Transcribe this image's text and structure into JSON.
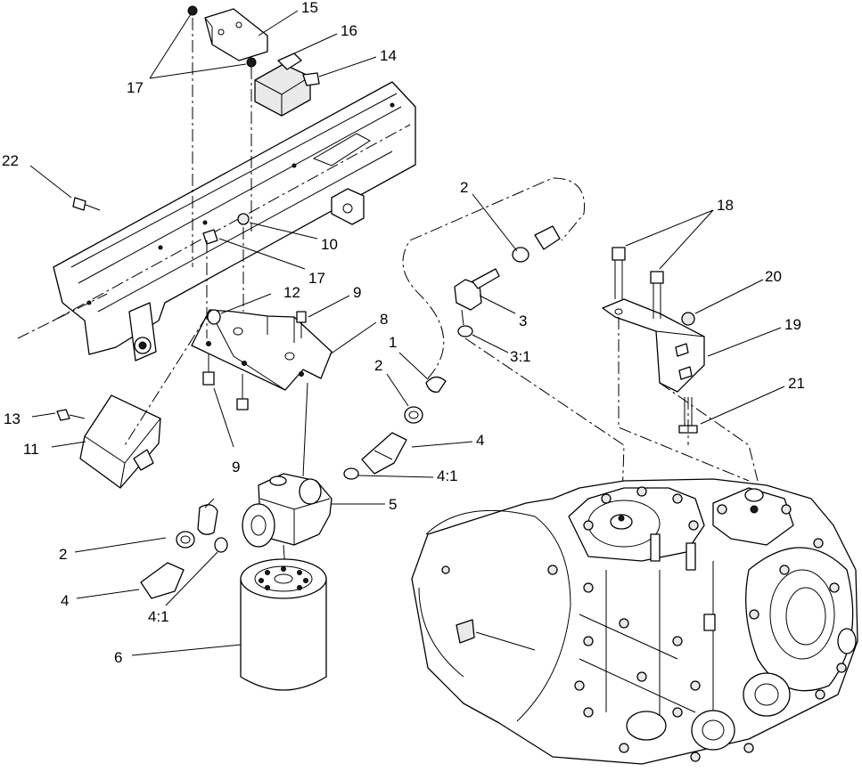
{
  "callouts": [
    {
      "id": "c15",
      "text": "15"
    },
    {
      "id": "c16",
      "text": "16"
    },
    {
      "id": "c14",
      "text": "14"
    },
    {
      "id": "c17a",
      "text": "17"
    },
    {
      "id": "c22",
      "text": "22"
    },
    {
      "id": "c10",
      "text": "10"
    },
    {
      "id": "c17b",
      "text": "17"
    },
    {
      "id": "c12",
      "text": "12"
    },
    {
      "id": "c9a",
      "text": "9"
    },
    {
      "id": "c8",
      "text": "8"
    },
    {
      "id": "c2a",
      "text": "2"
    },
    {
      "id": "c3",
      "text": "3"
    },
    {
      "id": "c31",
      "text": "3:1"
    },
    {
      "id": "c1",
      "text": "1"
    },
    {
      "id": "c2b",
      "text": "2"
    },
    {
      "id": "c4a",
      "text": "4"
    },
    {
      "id": "c41a",
      "text": "4:1"
    },
    {
      "id": "c5",
      "text": "5"
    },
    {
      "id": "c13",
      "text": "13"
    },
    {
      "id": "c11",
      "text": "11"
    },
    {
      "id": "c9b",
      "text": "9"
    },
    {
      "id": "c2c",
      "text": "2"
    },
    {
      "id": "c4b",
      "text": "4"
    },
    {
      "id": "c41b",
      "text": "4:1"
    },
    {
      "id": "c6",
      "text": "6"
    },
    {
      "id": "c18",
      "text": "18"
    },
    {
      "id": "c20",
      "text": "20"
    },
    {
      "id": "c19",
      "text": "19"
    },
    {
      "id": "c21",
      "text": "21"
    }
  ]
}
